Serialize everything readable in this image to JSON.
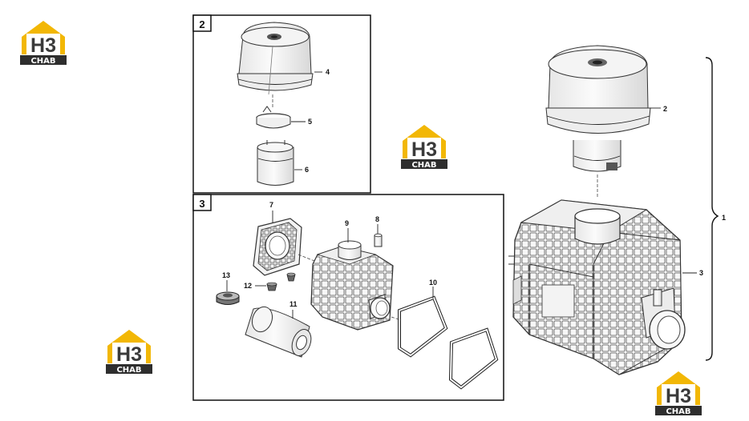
{
  "boxes": [
    {
      "label": "2"
    },
    {
      "label": "3"
    }
  ],
  "callouts": {
    "c1": "1",
    "c2": "2",
    "c3": "3",
    "c4": "4",
    "c5": "5",
    "c6": "6",
    "c7": "7",
    "c8": "8",
    "c9": "9",
    "c10": "10",
    "c11": "11",
    "c12": "12",
    "c13": "13"
  },
  "logo": {
    "letters": "H3",
    "text": "CHAB",
    "accent": "#f2b705",
    "dark": "#3a3a3a"
  },
  "icons": {
    "logo": "h3-brand-logo",
    "brace": "assembly-brace-icon"
  }
}
